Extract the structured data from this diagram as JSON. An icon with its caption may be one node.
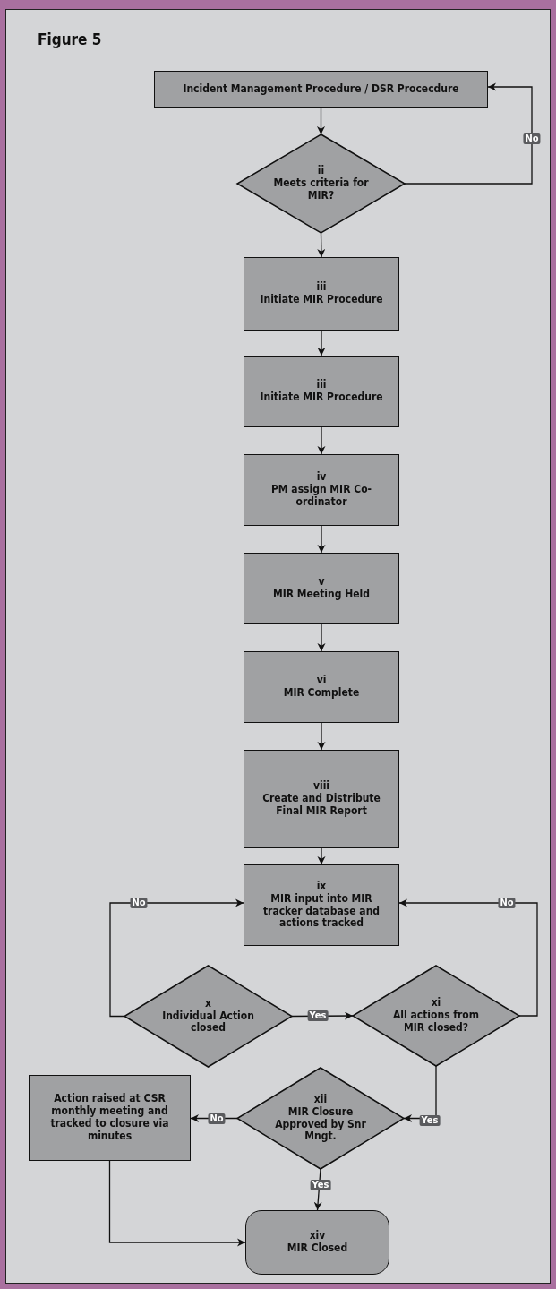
{
  "diagram": {
    "title": "Figure 5",
    "nodes": [
      {
        "text": [
          "Incident Management Procedure / DSR Procecdure"
        ]
      },
      {
        "text": [
          "ii",
          "Meets criteria for MIR?"
        ]
      },
      {
        "text": [
          "iii",
          "Initiate MIR Procedure"
        ]
      },
      {
        "text": [
          "iii",
          "Initiate MIR Procedure"
        ]
      },
      {
        "text": [
          "iv",
          "PM assign MIR Co-ordinator"
        ]
      },
      {
        "text": [
          "v",
          "MIR Meeting Held"
        ]
      },
      {
        "text": [
          "vi",
          "MIR Complete"
        ]
      },
      {
        "text": [
          "viii",
          "Create and Distribute Final MIR Report"
        ]
      },
      {
        "text": [
          "ix",
          "MIR input into MIR tracker database and actions tracked"
        ]
      },
      {
        "text": [
          "x",
          "Individual Action closed"
        ]
      },
      {
        "text": [
          "xi",
          "All actions from MIR closed?"
        ]
      },
      {
        "text": [
          "Action raised at CSR monthly meeting and tracked to closure via minutes"
        ]
      },
      {
        "text": [
          "xii",
          "MIR Closure Approved by Snr Mngt."
        ]
      },
      {
        "text": [
          "xiv",
          "MIR Closed"
        ]
      }
    ],
    "edges": [
      {
        "from": 0,
        "to": 1,
        "arrow": "to"
      },
      {
        "from": 1,
        "to": 0,
        "arrow": "to",
        "label": "No"
      },
      {
        "from": 1,
        "to": 2,
        "arrow": "to"
      },
      {
        "from": 2,
        "to": 3,
        "arrow": "to"
      },
      {
        "from": 3,
        "to": 4,
        "arrow": "to"
      },
      {
        "from": 4,
        "to": 5,
        "arrow": "to"
      },
      {
        "from": 5,
        "to": 6,
        "arrow": "to"
      },
      {
        "from": 6,
        "to": 7,
        "arrow": "to"
      },
      {
        "from": 7,
        "to": 8,
        "arrow": "to"
      },
      {
        "from": 9,
        "to": 8,
        "arrow": "to",
        "label": "No"
      },
      {
        "from": 9,
        "to": 10,
        "arrow": "to",
        "label": "Yes"
      },
      {
        "from": 10,
        "to": 8,
        "arrow": "to",
        "label": "No"
      },
      {
        "from": 10,
        "to": 12,
        "arrow": "to",
        "label": "Yes"
      },
      {
        "from": 12,
        "to": 11,
        "arrow": "to",
        "label": "No"
      },
      {
        "from": 12,
        "to": 13,
        "arrow": "to",
        "label": "Yes"
      },
      {
        "from": 11,
        "to": 13,
        "arrow": "to"
      }
    ]
  }
}
